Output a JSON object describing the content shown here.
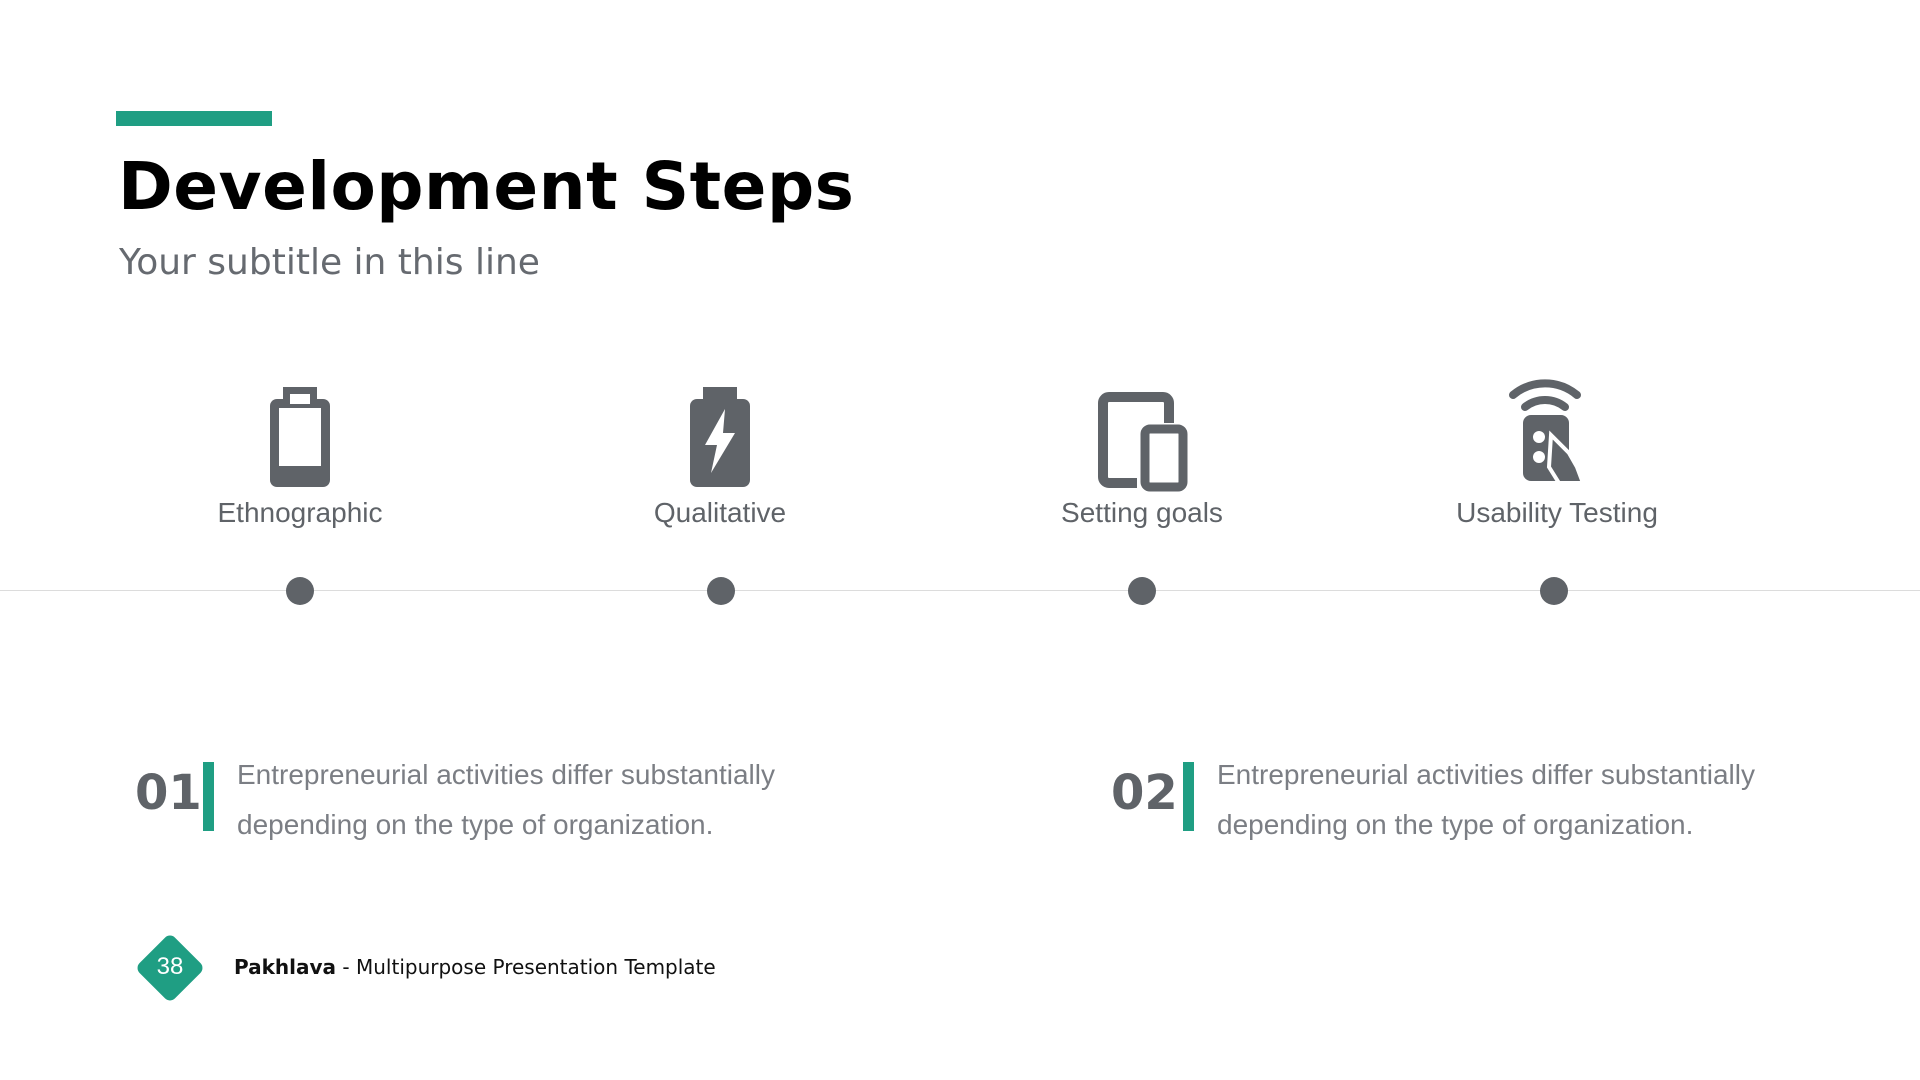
{
  "header": {
    "title": "Development Steps",
    "subtitle": "Your subtitle in this line"
  },
  "steps": [
    {
      "label": "Ethnographic",
      "icon": "battery-empty-icon"
    },
    {
      "label": "Qualitative",
      "icon": "battery-charging-icon"
    },
    {
      "label": "Setting goals",
      "icon": "devices-icon"
    },
    {
      "label": "Usability Testing",
      "icon": "remote-wifi-icon"
    }
  ],
  "notes": [
    {
      "number": "01",
      "line1": "Entrepreneurial activities differ substantially",
      "line2": "depending on the type of organization."
    },
    {
      "number": "02",
      "line1": "Entrepreneurial activities differ substantially",
      "line2": "depending on the type of organization."
    }
  ],
  "footer": {
    "page_number": "38",
    "brand": "Pakhlava",
    "separator": " - ",
    "tagline": "Multipurpose Presentation Template"
  },
  "colors": {
    "accent": "#1f9e83",
    "icon": "#5f6368",
    "text_muted": "#7b7e84",
    "title": "#000000"
  }
}
